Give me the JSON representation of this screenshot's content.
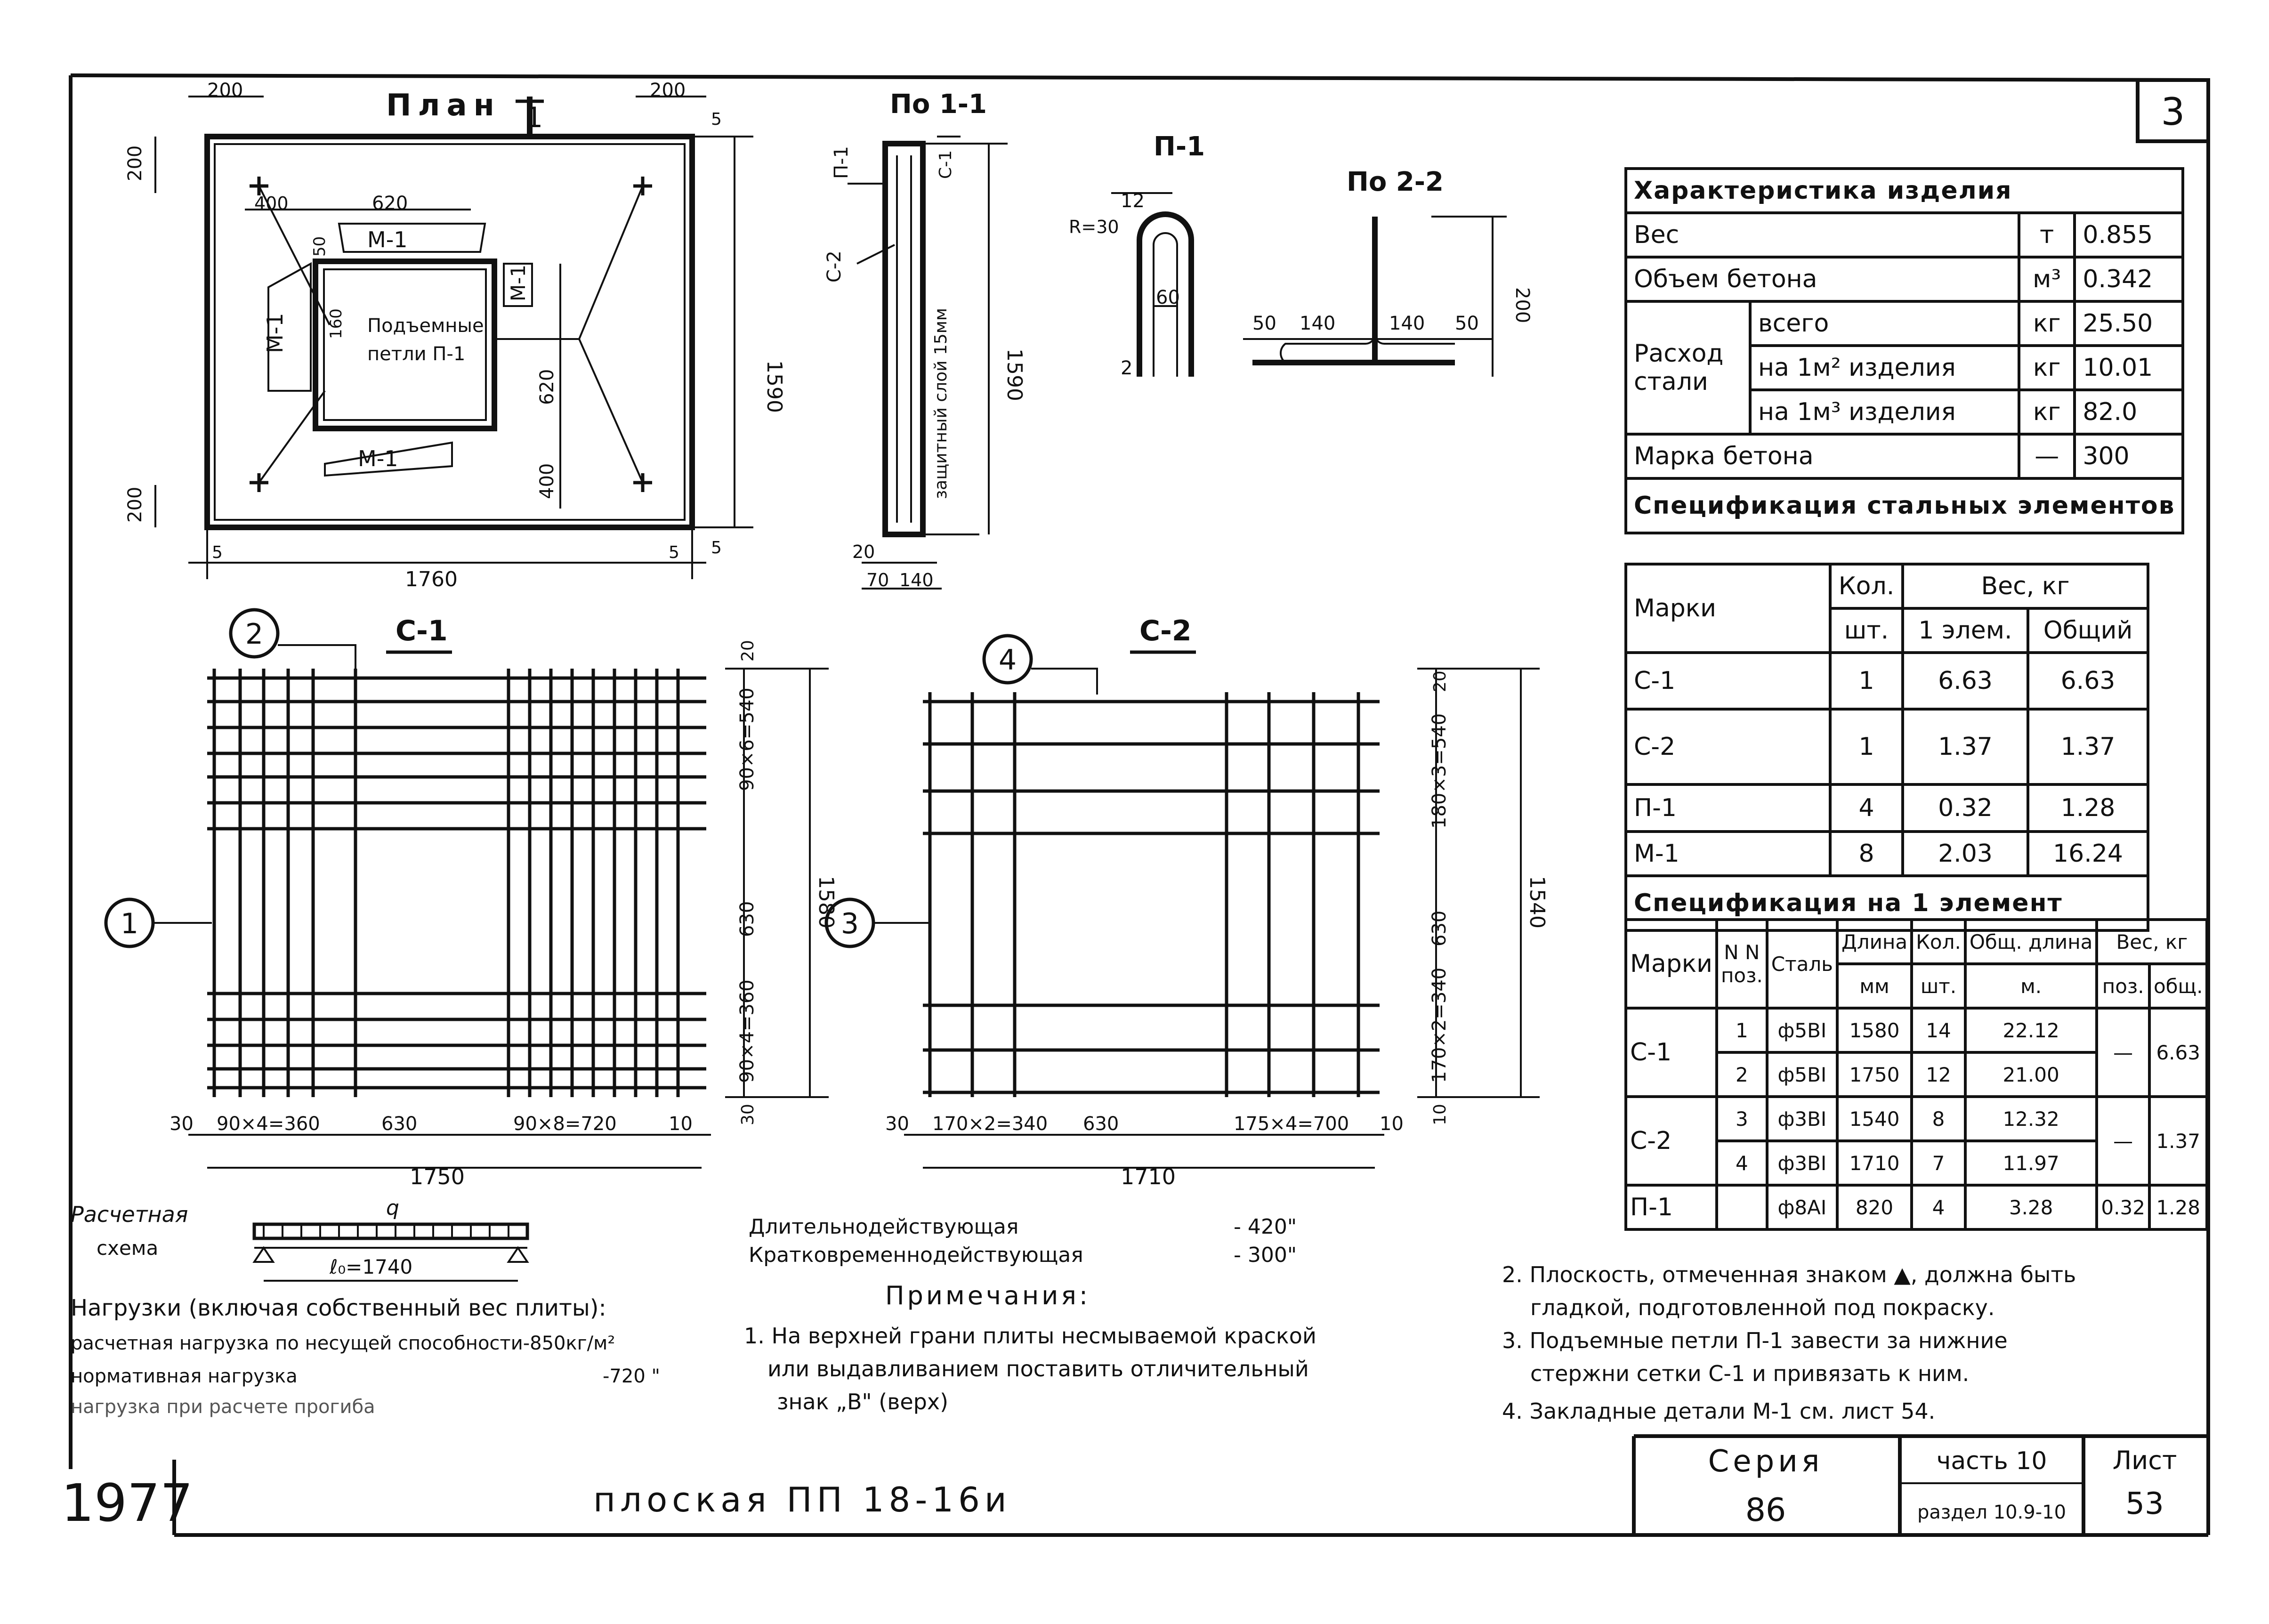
{
  "sheet_number_box": "3",
  "views": {
    "plan": {
      "title": "План",
      "section_mark": "1",
      "dims": {
        "top_left": "200",
        "top_right": "200",
        "left_top": "200",
        "left_bottom": "200",
        "edge_top": "5",
        "edge_bottom": "5",
        "edge_bl": "5",
        "edge_br": "5",
        "width": "1760",
        "height": "1590",
        "inner_400_top": "400",
        "inner_620_w": "620",
        "inner_620_h": "620",
        "inner_400_bot": "400",
        "inner_50": "50",
        "inner_160": "160"
      },
      "labels": {
        "m1": "М-1",
        "loops_1": "Подъемные",
        "loops_2": "петли П-1"
      }
    },
    "section_1_1": {
      "title": "По 1-1",
      "labels": {
        "p1": "П-1",
        "s1": "С-1",
        "s2": "С-2",
        "cover": "защитный слой 15мм"
      },
      "dims": {
        "height": "1590",
        "d20": "20",
        "d70": "70",
        "d140": "140"
      }
    },
    "loop_p1": {
      "title": "П-1",
      "dims": {
        "r": "R=30",
        "d12": "12",
        "d60": "60",
        "d2": "2"
      }
    },
    "section_2_2": {
      "title": "По 2-2",
      "dims": {
        "a": "50",
        "b": "140",
        "c": "140",
        "d": "50",
        "h": "200"
      }
    },
    "mesh_c1": {
      "title": "С-1",
      "pos_vertical": "2",
      "pos_horizontal": "1",
      "dims_bottom": [
        "30",
        "90×4=360",
        "630",
        "90×8=720",
        "10"
      ],
      "total_bottom": "1750",
      "dims_right": [
        "20",
        "90×6=540",
        "630",
        "90×4=360",
        "30"
      ],
      "total_right": "1580"
    },
    "mesh_c2": {
      "title": "С-2",
      "pos_vertical": "4",
      "pos_horizontal": "3",
      "dims_bottom": [
        "30",
        "170×2=340",
        "630",
        "175×4=700",
        "10"
      ],
      "total_bottom": "1710",
      "dims_right": [
        "20",
        "180×3=540",
        "630",
        "170×2=340",
        "10"
      ],
      "total_right": "1540"
    }
  },
  "characteristics": {
    "title": "Характеристика изделия",
    "rows": [
      {
        "name": "Вес",
        "unit": "т",
        "value": "0.855"
      },
      {
        "name": "Объем бетона",
        "unit": "м³",
        "value": "0.342"
      }
    ],
    "steel_group": "Расход стали",
    "steel_rows": [
      {
        "name": "всего",
        "unit": "кг",
        "value": "25.50"
      },
      {
        "name": "на 1м² изделия",
        "unit": "кг",
        "value": "10.01"
      },
      {
        "name": "на 1м³ изделия",
        "unit": "кг",
        "value": "82.0"
      }
    ],
    "concrete": {
      "name": "Марка бетона",
      "unit": "—",
      "value": "300"
    }
  },
  "steel_spec": {
    "title": "Спецификация стальных элементов",
    "headers": {
      "mark": "Марки",
      "qty": "Кол.",
      "qty_unit": "шт.",
      "weight": "Вес, кг",
      "one": "1 элем.",
      "total": "Общий"
    },
    "rows": [
      {
        "mark": "С-1",
        "qty": "1",
        "one": "6.63",
        "total": "6.63"
      },
      {
        "mark": "С-2",
        "qty": "1",
        "one": "1.37",
        "total": "1.37"
      },
      {
        "mark": "П-1",
        "qty": "4",
        "one": "0.32",
        "total": "1.28"
      },
      {
        "mark": "М-1",
        "qty": "8",
        "one": "2.03",
        "total": "16.24"
      }
    ]
  },
  "element_spec": {
    "title": "Спецификация на 1 элемент",
    "headers": {
      "mark": "Марки",
      "pos": "N N поз.",
      "steel": "Сталь",
      "len": "Длина",
      "len_unit": "мм",
      "qty": "Кол.",
      "qty_unit": "шт.",
      "tlen": "Общ. длина",
      "tlen_unit": "м.",
      "weight": "Вес, кг",
      "w_pos": "поз.",
      "w_tot": "общ."
    },
    "rows": [
      {
        "mark": "С-1",
        "pos": "1",
        "steel": "ф5BI",
        "len": "1580",
        "qty": "14",
        "tlen": "22.12",
        "wpos": "—",
        "wtot": "6.63"
      },
      {
        "mark": "",
        "pos": "2",
        "steel": "ф5BI",
        "len": "1750",
        "qty": "12",
        "tlen": "21.00",
        "wpos": "",
        "wtot": ""
      },
      {
        "mark": "С-2",
        "pos": "3",
        "steel": "ф3BI",
        "len": "1540",
        "qty": "8",
        "tlen": "12.32",
        "wpos": "—",
        "wtot": "1.37"
      },
      {
        "mark": "",
        "pos": "4",
        "steel": "ф3BI",
        "len": "1710",
        "qty": "7",
        "tlen": "11.97",
        "wpos": "",
        "wtot": ""
      },
      {
        "mark": "П-1",
        "pos": "",
        "steel": "ф8AI",
        "len": "820",
        "qty": "4",
        "tlen": "3.28",
        "wpos": "0.32",
        "wtot": "1.28"
      }
    ]
  },
  "calc_scheme": {
    "label_1": "Расчетная",
    "label_2": "схема",
    "q": "q",
    "span": "ℓ₀=1740"
  },
  "loads": {
    "title": "Нагрузки (включая собственный вес плиты):",
    "l1": "расчетная нагрузка по несущей способности-850кг/м²",
    "l2": "нормативная нагрузка",
    "l2v": "-720 \"",
    "l3": "нагрузка при расчете прогиба",
    "long": "Длительнодействующая",
    "long_v": "- 420\"",
    "short": "Кратковременнодействующая",
    "short_v": "- 300\""
  },
  "notes": {
    "title": "Примечания:",
    "n1_1": "1. На верхней грани плиты несмываемой краской",
    "n1_2": "или выдавливанием поставить отличительный",
    "n1_3": "знак „B\" (верх)",
    "n2_1": "2. Плоскость, отмеченная знаком ▲, должна быть",
    "n2_2": "гладкой, подготовленной под покраску.",
    "n3_1": "3. Подъемные петли П-1 завести за нижние",
    "n3_2": "стержни сетки С-1 и привязать к ним.",
    "n4": "4. Закладные детали М-1 см. лист 54."
  },
  "title_block": {
    "year": "1977",
    "name": "плоская ПП 18-16и",
    "series_label": "Серия",
    "series": "86",
    "part": "часть 10",
    "section": "раздел 10.9-10",
    "sheet_label": "Лист",
    "sheet": "53"
  }
}
